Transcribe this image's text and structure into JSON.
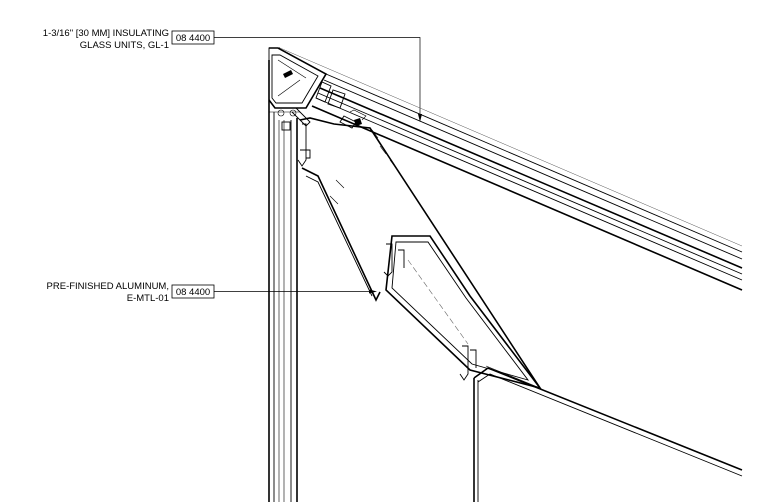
{
  "notes": [
    {
      "id": "insulating-glass",
      "lines": [
        "1-3/16\" [30 MM] INSULATING",
        "GLASS UNITS, GL-1"
      ],
      "tag": "08 4400"
    },
    {
      "id": "aluminum",
      "lines": [
        "PRE-FINISHED ALUMINUM,",
        "E-MTL-01"
      ],
      "tag": "08 4400"
    }
  ],
  "colors": {
    "line": "#000000",
    "background": "#ffffff"
  }
}
